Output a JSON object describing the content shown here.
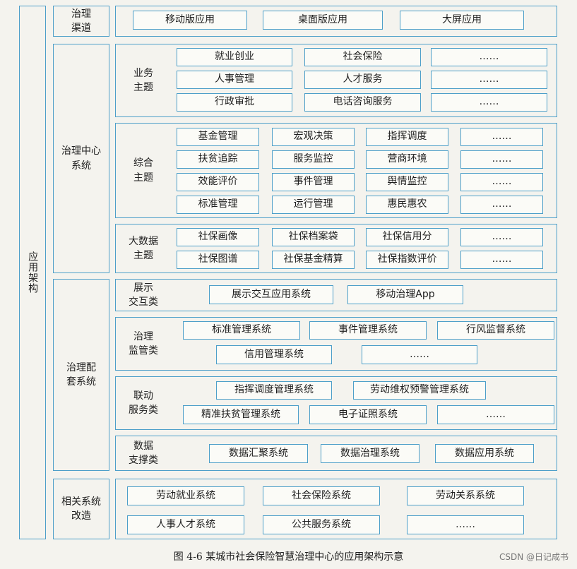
{
  "architecture_label": "应用架构",
  "channels": {
    "label": "治理\n渠道",
    "items": [
      "移动版应用",
      "桌面版应用",
      "大屏应用"
    ]
  },
  "governance_center": {
    "label": "治理中心\n系统",
    "business": {
      "label": "业务\n主题",
      "rows": [
        [
          "就业创业",
          "社会保险",
          "……"
        ],
        [
          "人事管理",
          "人才服务",
          "……"
        ],
        [
          "行政审批",
          "电话咨询服务",
          "……"
        ]
      ]
    },
    "comprehensive": {
      "label": "综合\n主题",
      "rows": [
        [
          "基金管理",
          "宏观决策",
          "指挥调度",
          "……"
        ],
        [
          "扶贫追踪",
          "服务监控",
          "营商环境",
          "……"
        ],
        [
          "效能评价",
          "事件管理",
          "舆情监控",
          "……"
        ],
        [
          "标准管理",
          "运行管理",
          "惠民惠农",
          "……"
        ]
      ]
    },
    "bigdata": {
      "label": "大数据\n主题",
      "rows": [
        [
          "社保画像",
          "社保档案袋",
          "社保信用分",
          "……"
        ],
        [
          "社保图谱",
          "社保基金精算",
          "社保指数评价",
          "……"
        ]
      ]
    }
  },
  "supporting": {
    "label": "治理配\n套系统",
    "display": {
      "label": "展示\n交互类",
      "items": [
        "展示交互应用系统",
        "移动治理App"
      ]
    },
    "supervision": {
      "label": "治理\n监管类",
      "row1": [
        "标准管理系统",
        "事件管理系统",
        "行风监督系统"
      ],
      "row2": [
        "信用管理系统",
        "……"
      ]
    },
    "linkage": {
      "label": "联动\n服务类",
      "row1": [
        "指挥调度管理系统",
        "劳动维权预警管理系统"
      ],
      "row2": [
        "精准扶贫管理系统",
        "电子证照系统",
        "……"
      ]
    },
    "data_support": {
      "label": "数据\n支撑类",
      "items": [
        "数据汇聚系统",
        "数据治理系统",
        "数据应用系统"
      ]
    }
  },
  "related": {
    "label": "相关系统\n改造",
    "row1": [
      "劳动就业系统",
      "社会保险系统",
      "劳动关系系统"
    ],
    "row2": [
      "人事人才系统",
      "公共服务系统",
      "……"
    ]
  },
  "caption": "图 4-6   某城市社会保险智慧治理中心的应用架构示意",
  "watermark": "CSDN @日记成书"
}
